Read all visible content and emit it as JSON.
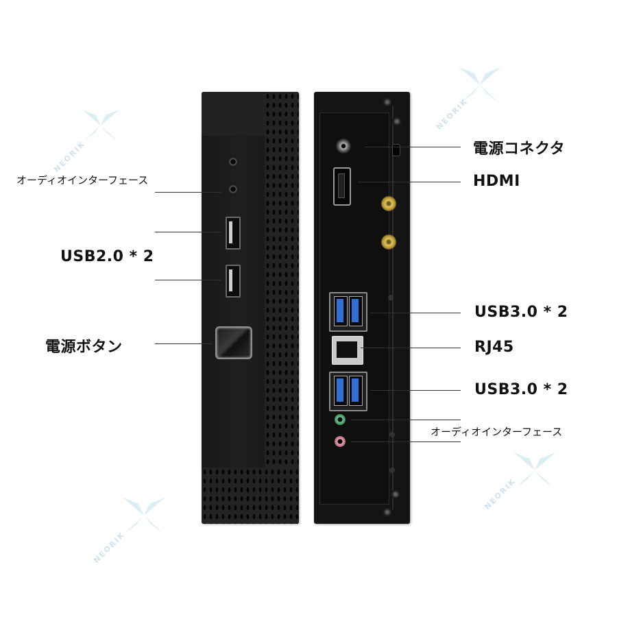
{
  "watermark": {
    "brand": "NEORIK",
    "accent": "#cfe3ee"
  },
  "front_labels": {
    "audio": "オーディオインターフェース",
    "usb2": "USB2.0 * 2",
    "power_button": "電源ボタン"
  },
  "rear_labels": {
    "power_connector": "電源コネクタ",
    "hdmi": "HDMI",
    "usb3_upper": "USB3.0 * 2",
    "rj45": "RJ45",
    "usb3_lower": "USB3.0 * 2",
    "audio": "オーディオインターフェース"
  },
  "colors": {
    "case": "#1b1b1b",
    "usb3_blue": "#2f6fd6",
    "audio_green": "#7fc59a",
    "audio_pink": "#e6a8b5",
    "antenna_gold": "#e0c35c"
  }
}
